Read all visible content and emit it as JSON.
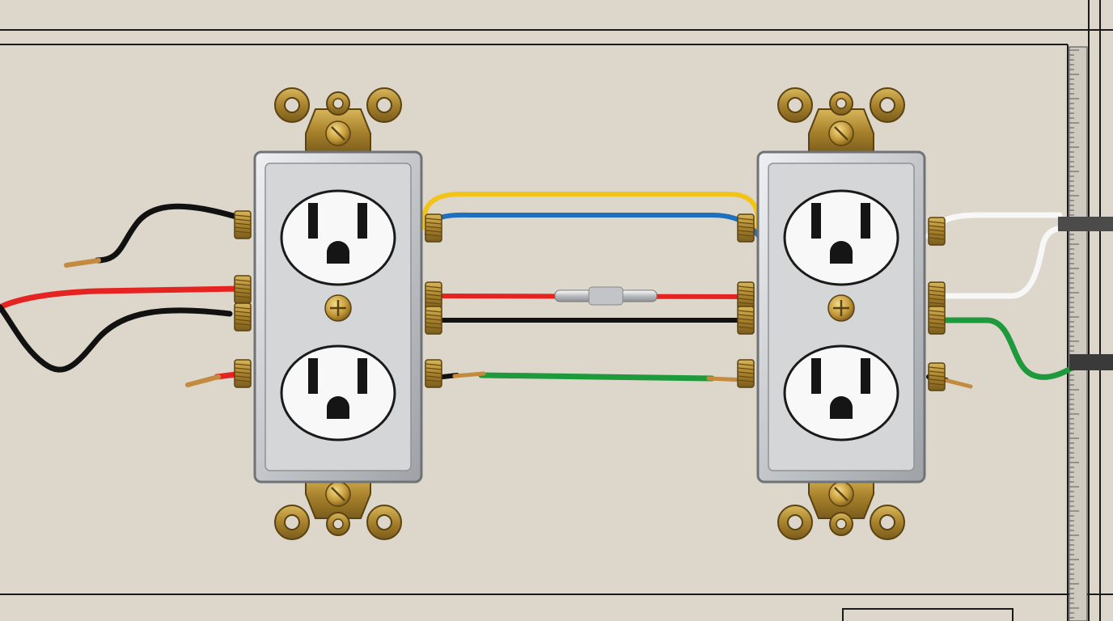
{
  "diagram": {
    "subject": "duplex-receptacle-wiring",
    "receptacles": [
      {
        "id": "left-receptacle",
        "outlet_count": 2
      },
      {
        "id": "right-receptacle",
        "outlet_count": 2
      }
    ],
    "wires": [
      {
        "id": "left-black-in",
        "color": "black"
      },
      {
        "id": "left-red-in",
        "color": "red"
      },
      {
        "id": "left-black-loop",
        "color": "black"
      },
      {
        "id": "left-red-stub",
        "color": "red"
      },
      {
        "id": "jumper-yellow",
        "color": "yellow"
      },
      {
        "id": "jumper-blue",
        "color": "blue"
      },
      {
        "id": "jumper-red-with-fuse",
        "color": "red"
      },
      {
        "id": "jumper-black",
        "color": "black"
      },
      {
        "id": "jumper-green",
        "color": "green"
      },
      {
        "id": "right-white-out",
        "color": "white"
      },
      {
        "id": "right-green-out",
        "color": "green"
      },
      {
        "id": "right-black-stub",
        "color": "black"
      }
    ],
    "inline_component": "fuse"
  },
  "colors": {
    "background": "#dcd6cb",
    "plate": "#c9cbcd",
    "brass": "#a88a3c",
    "wire_black": "#111111",
    "wire_red": "#e52421",
    "wire_yellow": "#f2c418",
    "wire_blue": "#1f6fbf",
    "wire_green": "#1e9a3c",
    "wire_white": "#f7f7f7"
  }
}
